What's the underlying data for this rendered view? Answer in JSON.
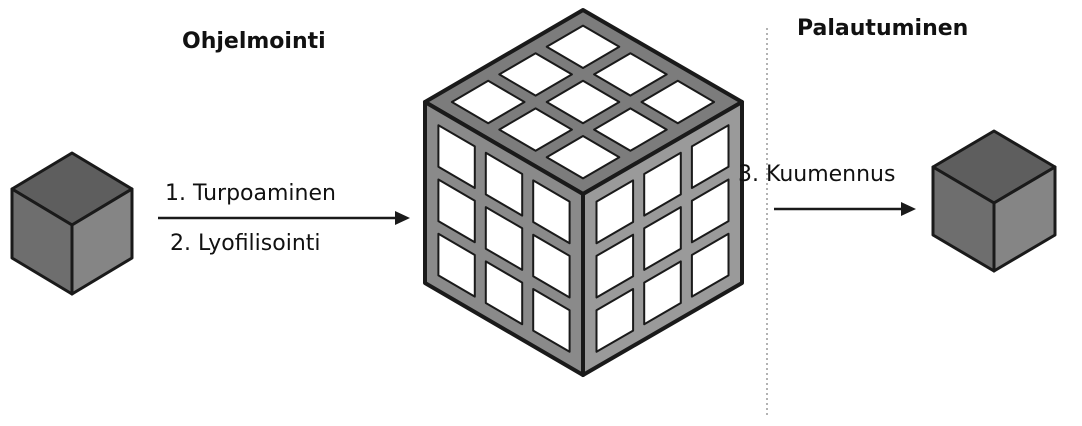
{
  "sections": {
    "programming_title": "Ohjelmointi",
    "recovery_title": "Palautuminen"
  },
  "steps": {
    "swelling": "1. Turpoaminen",
    "lyophilization": "2. Lyofilisointi",
    "heating": "3. Kuumennus"
  },
  "colors": {
    "solid_cube_top": "#5e5e5e",
    "solid_cube_left": "#6e6e6e",
    "solid_cube_right": "#858585",
    "porous_frame_top": "#7c7c7c",
    "porous_frame_left": "#8a8a8a",
    "porous_frame_right": "#9a9a9a",
    "pore": "#ffffff",
    "outline": "#1a1a1a",
    "divider": "#9a9a9a"
  },
  "icons": {
    "initial_cube": "solid-cube-icon",
    "porous_cube": "porous-cube-icon",
    "recovered_cube": "solid-cube-icon",
    "arrows": "arrow-right-icon"
  }
}
